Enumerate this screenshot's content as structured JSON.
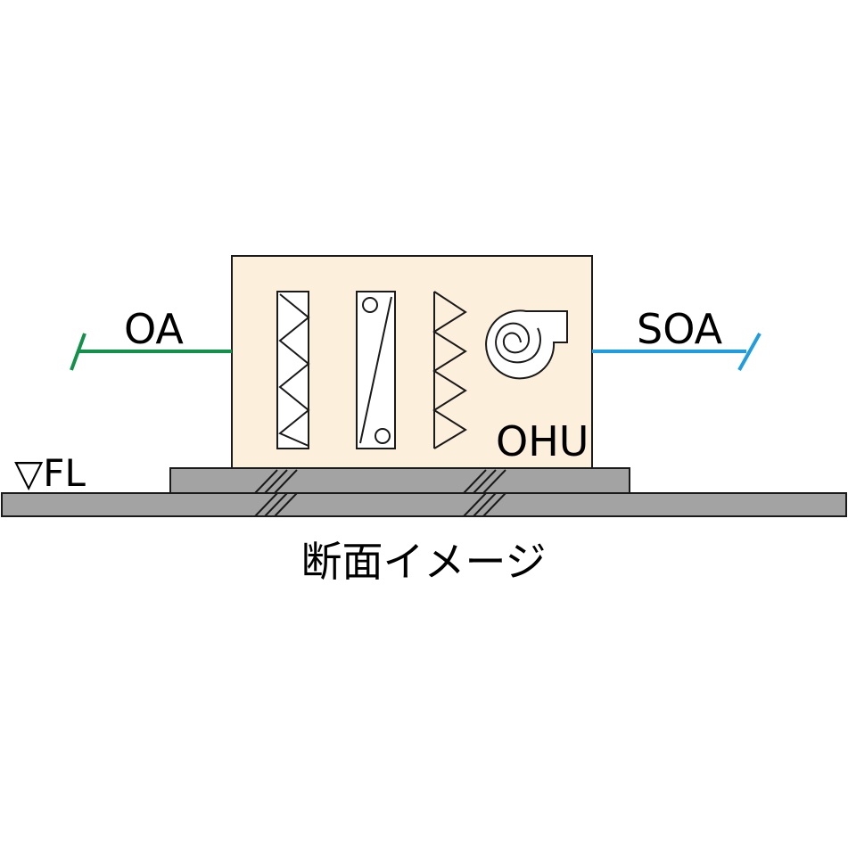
{
  "labels": {
    "oa": "OA",
    "soa": "SOA",
    "unit": "OHU",
    "floor": "▽FL",
    "caption": "断面イメージ"
  },
  "colors": {
    "unit_fill": "#fcefdc",
    "base_fill": "#a3a3a3",
    "oa_line": "#12914a",
    "soa_line": "#1e9ee0",
    "stroke": "#1a1a1a"
  },
  "icons": [
    "filter-icon",
    "heat-exchanger-coil-icon",
    "bag-filter-icon",
    "fan-icon"
  ]
}
